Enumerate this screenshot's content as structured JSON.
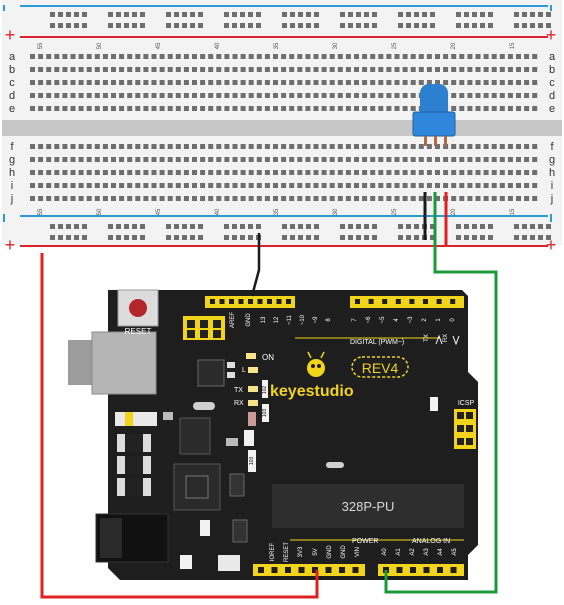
{
  "breadboard": {
    "rail_plus": "+",
    "rail_minus": "−",
    "row_letters_top": [
      "a",
      "b",
      "c",
      "d",
      "e"
    ],
    "row_letters_bottom": [
      "f",
      "g",
      "h",
      "i",
      "j"
    ],
    "column_numbers": [
      "55",
      "50",
      "45",
      "40",
      "35",
      "30",
      "25",
      "20",
      "15"
    ],
    "colors": {
      "red_rail": "#d9242b",
      "blue_rail": "#2b9bd8",
      "body": "#f3f3f3",
      "channel": "#c7c7c7",
      "hole": "#6e6e6e"
    }
  },
  "component": {
    "name": "sensor",
    "color": "#2d7fd0"
  },
  "wires": {
    "colors": {
      "vcc": "#e02020",
      "signal": "#1a9a3a",
      "gnd": "#1a1a1a"
    }
  },
  "board": {
    "brand": "keyestudio",
    "revision": "REV4",
    "chip_label": "328P-PU",
    "reset_label": "RESET",
    "on_label": "ON",
    "l_label": "L",
    "tx_label": "TX",
    "rx_label": "RX",
    "icsp_label": "ICSP",
    "digital_label": "DIGITAL (PWM~)",
    "power_label": "POWER",
    "analog_label": "ANALOG IN",
    "tx_pin_label": "TX",
    "rx_pin_label": "RX",
    "top_pins": [
      "AREF",
      "GND",
      "13",
      "12",
      "~11",
      "~10",
      "~9",
      "8",
      "7",
      "~6",
      "~5",
      "4",
      "~3",
      "2",
      "1",
      "0"
    ],
    "power_pins": [
      "IOREF",
      "RESET",
      "3V3",
      "5V",
      "GND",
      "GND",
      "VIN"
    ],
    "analog_pins": [
      "A0",
      "A1",
      "A2",
      "A3",
      "A4",
      "A5"
    ],
    "resistor_codes": [
      "102",
      "103",
      "103"
    ],
    "colors": {
      "pcb": "#1e1e1e",
      "header": "#f2d41b",
      "accent": "#f2d41b"
    }
  }
}
